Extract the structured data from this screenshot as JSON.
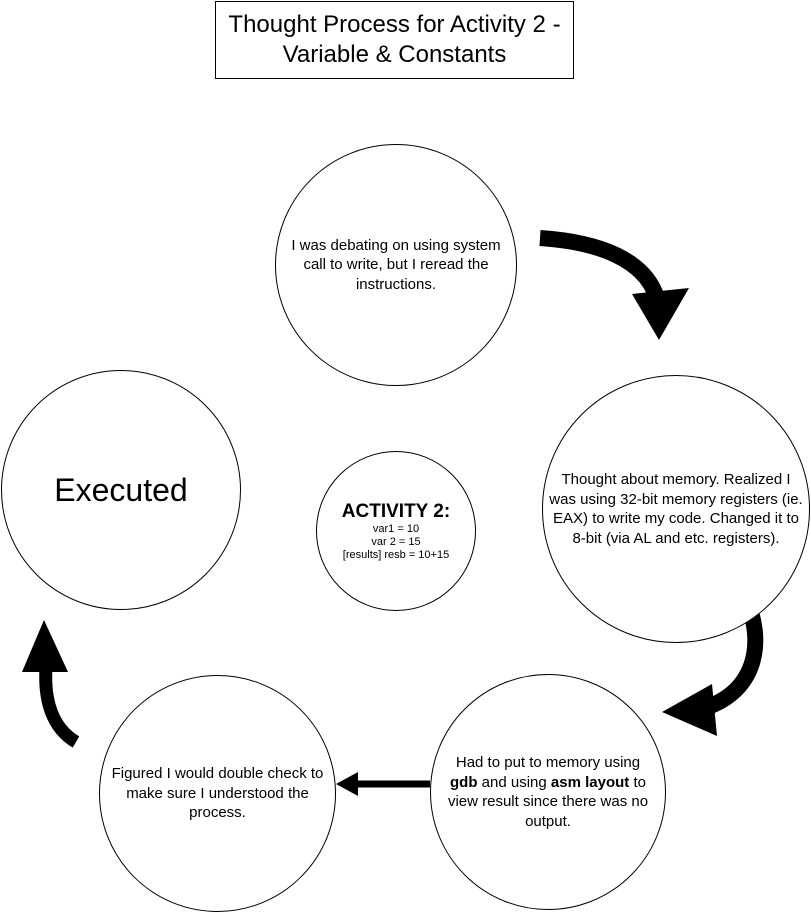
{
  "title": {
    "line1": "Thought Process for Activity 2 -",
    "line2": "Variable & Constants"
  },
  "nodes": {
    "top": "I was debating on using system call to write, but I reread the instructions.",
    "right": "Thought about memory. Realized I was using 32-bit memory registers (ie. EAX) to write my code. Changed it to 8-bit (via AL and etc. registers).",
    "bottom_right": {
      "part1": "Had to put to memory using ",
      "bold1": "gdb",
      "part2": " and using ",
      "bold2": "asm layout",
      "part3": " to view result since there was no output."
    },
    "bottom_left": "Figured I would double check to make sure I understood the process.",
    "left": "Executed"
  },
  "center": {
    "heading": "ACTIVITY 2:",
    "line1": "var1 = 10",
    "line2": "var 2 = 15",
    "line3": "[results] resb = 10+15"
  },
  "colors": {
    "stroke": "#000000",
    "background": "#ffffff"
  }
}
